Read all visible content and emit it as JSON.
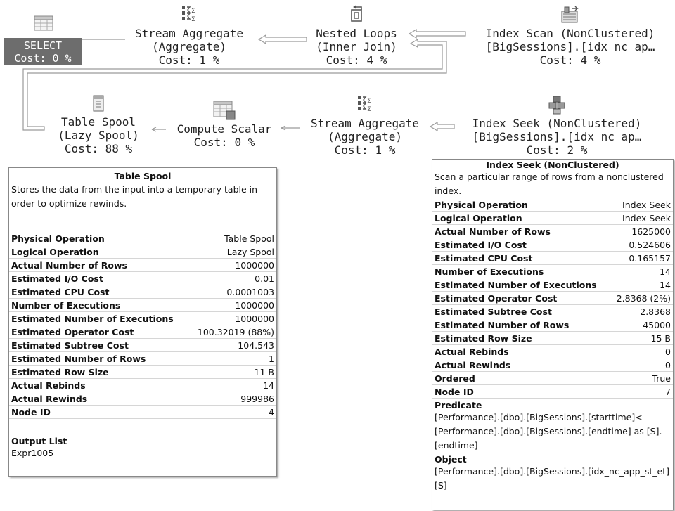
{
  "plan": {
    "select": {
      "label": "SELECT",
      "cost": "Cost: 0 %"
    },
    "stream_aggregate_top": {
      "line1": "Stream Aggregate",
      "line2": "(Aggregate)",
      "cost": "Cost: 1 %"
    },
    "nested_loops": {
      "line1": "Nested Loops",
      "line2": "(Inner Join)",
      "cost": "Cost: 4 %"
    },
    "index_scan": {
      "line1": "Index Scan (NonClustered)",
      "line2": "[BigSessions].[idx_nc_ap…",
      "cost": "Cost: 4 %"
    },
    "table_spool": {
      "line1": "Table Spool",
      "line2": "(Lazy Spool)",
      "cost": "Cost: 88 %"
    },
    "compute_scalar": {
      "line1": "Compute Scalar",
      "cost": "Cost: 0 %"
    },
    "stream_aggregate_bottom": {
      "line1": "Stream Aggregate",
      "line2": "(Aggregate)",
      "cost": "Cost: 1 %"
    },
    "index_seek": {
      "line1": "Index Seek (NonClustered)",
      "line2": "[BigSessions].[idx_nc_ap…",
      "cost": "Cost: 2 %"
    }
  },
  "tooltip_spool": {
    "title": "Table Spool",
    "description": "Stores the data from the input into a temporary table in order to optimize rewinds.",
    "rows": [
      {
        "k": "Physical Operation",
        "v": "Table Spool"
      },
      {
        "k": "Logical Operation",
        "v": "Lazy Spool"
      },
      {
        "k": "Actual Number of Rows",
        "v": "1000000"
      },
      {
        "k": "Estimated I/O Cost",
        "v": "0.01"
      },
      {
        "k": "Estimated CPU Cost",
        "v": "0.0001003"
      },
      {
        "k": "Number of Executions",
        "v": "1000000"
      },
      {
        "k": "Estimated Number of Executions",
        "v": "1000000"
      },
      {
        "k": "Estimated Operator Cost",
        "v": "100.32019 (88%)"
      },
      {
        "k": "Estimated Subtree Cost",
        "v": "104.543"
      },
      {
        "k": "Estimated Number of Rows",
        "v": "1"
      },
      {
        "k": "Estimated Row Size",
        "v": "11 B"
      },
      {
        "k": "Actual Rebinds",
        "v": "14"
      },
      {
        "k": "Actual Rewinds",
        "v": "999986"
      },
      {
        "k": "Node ID",
        "v": "4"
      }
    ],
    "output_heading": "Output List",
    "output_value": "Expr1005"
  },
  "tooltip_seek": {
    "title": "Index Seek (NonClustered)",
    "description": "Scan a particular range of rows from a nonclustered index.",
    "rows": [
      {
        "k": "Physical Operation",
        "v": "Index Seek"
      },
      {
        "k": "Logical Operation",
        "v": "Index Seek"
      },
      {
        "k": "Actual Number of Rows",
        "v": "1625000"
      },
      {
        "k": "Estimated I/O Cost",
        "v": "0.524606"
      },
      {
        "k": "Estimated CPU Cost",
        "v": "0.165157"
      },
      {
        "k": "Number of Executions",
        "v": "14"
      },
      {
        "k": "Estimated Number of Executions",
        "v": "14"
      },
      {
        "k": "Estimated Operator Cost",
        "v": "2.8368 (2%)"
      },
      {
        "k": "Estimated Subtree Cost",
        "v": "2.8368"
      },
      {
        "k": "Estimated Number of Rows",
        "v": "45000"
      },
      {
        "k": "Estimated Row Size",
        "v": "15 B"
      },
      {
        "k": "Actual Rebinds",
        "v": "0"
      },
      {
        "k": "Actual Rewinds",
        "v": "0"
      },
      {
        "k": "Ordered",
        "v": "True"
      },
      {
        "k": "Node ID",
        "v": "7"
      }
    ],
    "predicate_heading": "Predicate",
    "predicate_value": "[Performance].[dbo].[BigSessions].[starttime]< [Performance].[dbo].[BigSessions].[endtime] as [S].[endtime]",
    "object_heading": "Object",
    "object_value": "[Performance].[dbo].[BigSessions].[idx_nc_app_st_et] [S]"
  },
  "icons": {
    "select": "select-table-icon",
    "aggregate": "stream-aggregate-icon",
    "nested_loops": "nested-loops-icon",
    "index_scan": "index-scan-icon",
    "table_spool": "table-spool-icon",
    "compute_scalar": "compute-scalar-icon",
    "index_seek": "index-seek-icon"
  },
  "colors": {
    "select_bg": "#6d6d6d",
    "arrow": "#999999",
    "arrow_fill": "#ffffff"
  }
}
